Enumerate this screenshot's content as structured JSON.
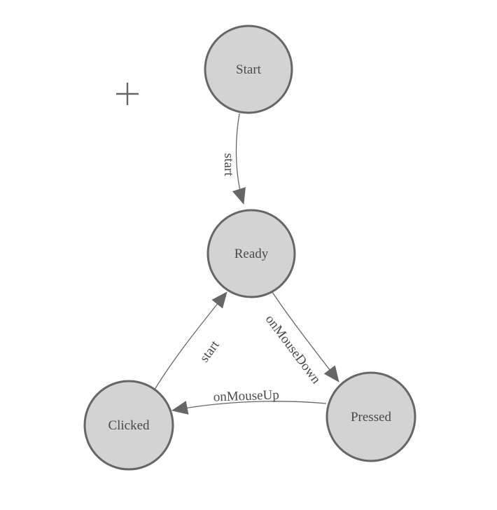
{
  "diagram": {
    "type": "state-machine",
    "nodes": [
      {
        "id": "start",
        "label": "Start"
      },
      {
        "id": "ready",
        "label": "Ready"
      },
      {
        "id": "clicked",
        "label": "Clicked"
      },
      {
        "id": "pressed",
        "label": "Pressed"
      }
    ],
    "edges": [
      {
        "from": "Start",
        "to": "Ready",
        "label": "start"
      },
      {
        "from": "Ready",
        "to": "Pressed",
        "label": "onMouseDown"
      },
      {
        "from": "Pressed",
        "to": "Clicked",
        "label": "onMouseUp"
      },
      {
        "from": "Clicked",
        "to": "Ready",
        "label": "start"
      }
    ],
    "cursor": {
      "glyph": "+"
    },
    "colors": {
      "background": "#ffffff",
      "node_fill": "#d3d3d3",
      "node_stroke": "#666666",
      "edge_stroke": "#666666",
      "arrowhead_fill": "#666666",
      "label_text": "#4a4a4a"
    }
  }
}
